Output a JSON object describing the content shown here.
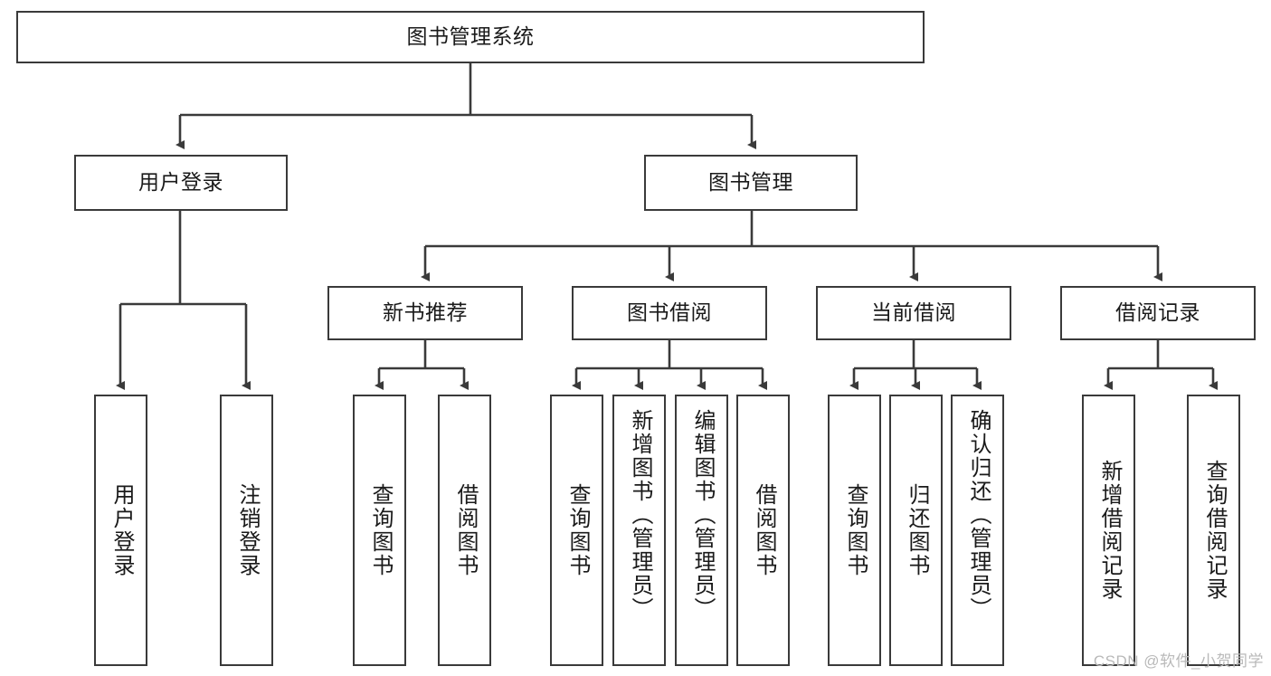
{
  "diagram": {
    "title": "图书管理系统",
    "watermark": "CSDN @软件_小贺同学",
    "type": "tree-hierarchy",
    "root": {
      "label": "图书管理系统"
    },
    "level2": [
      {
        "label": "用户登录"
      },
      {
        "label": "图书管理"
      }
    ],
    "level3": [
      {
        "label": "新书推荐"
      },
      {
        "label": "图书借阅"
      },
      {
        "label": "当前借阅"
      },
      {
        "label": "借阅记录"
      }
    ],
    "leaves": {
      "user_login": [
        {
          "label": "用户登录"
        },
        {
          "label": "注销登录"
        }
      ],
      "new_book_recommend": [
        {
          "label": "查询图书"
        },
        {
          "label": "借阅图书"
        }
      ],
      "book_borrow": [
        {
          "label": "查询图书"
        },
        {
          "label": "新增图书（管理员）"
        },
        {
          "label": "编辑图书（管理员）"
        },
        {
          "label": "借阅图书"
        }
      ],
      "current_borrow": [
        {
          "label": "查询图书"
        },
        {
          "label": "归还图书"
        },
        {
          "label": "确认归还（管理员）"
        }
      ],
      "borrow_record": [
        {
          "label": "新增借阅记录"
        },
        {
          "label": "查询借阅记录"
        }
      ]
    },
    "colors": {
      "stroke": "#3a3a3a",
      "fill": "#ffffff",
      "text": "#1a1a1a",
      "watermark": "#b9b9b9"
    }
  }
}
